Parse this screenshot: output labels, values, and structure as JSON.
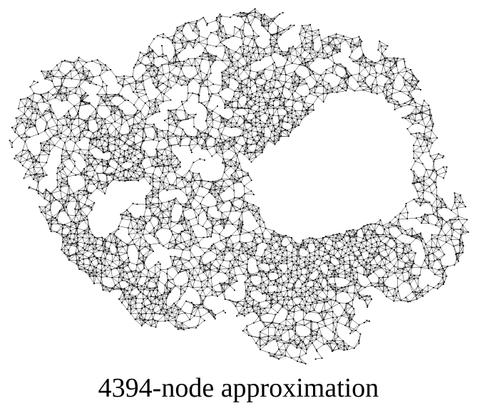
{
  "figure": {
    "caption": "4394-node approximation",
    "node_count": 4394,
    "mesh_type": "triangulated point mesh approximation",
    "colors": {
      "edge": "#000000",
      "node": "#000000",
      "background": "#ffffff"
    }
  }
}
